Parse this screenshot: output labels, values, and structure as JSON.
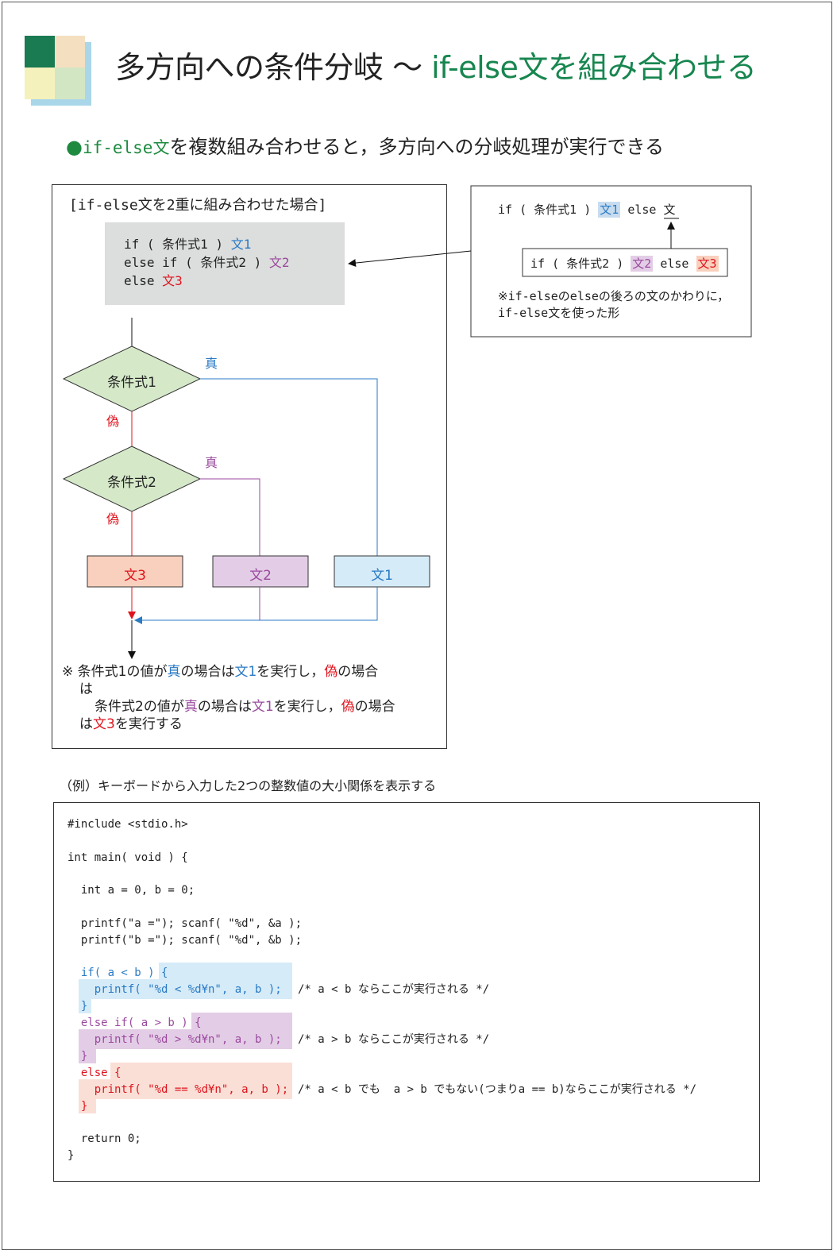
{
  "header": {
    "title_black": "多方向への条件分岐 〜 ",
    "title_green": "if-else文を組み合わせる",
    "subtitle_bullet": "●",
    "subtitle_code": "if-else文",
    "subtitle_rest": "を複数組み合わせると，多方向への分岐処理が実行できる",
    "logo_colors": [
      "#1a7a52",
      "#f4dfc0",
      "#f4f1bd",
      "#d3e6c4",
      "#aad6ea"
    ]
  },
  "left_panel": {
    "title": "[if-else文を2重に組み合わせた場合]",
    "code": {
      "line1_prefix": "if ( 条件式1 ) ",
      "line1_stmt": "文1",
      "line2_prefix": "else if ( 条件式2 ) ",
      "line2_stmt": "文2",
      "line3_prefix": "else ",
      "line3_stmt": "文3"
    },
    "flow": {
      "cond1": "条件式1",
      "cond2": "条件式2",
      "true1": "真",
      "false1": "偽",
      "true2": "真",
      "false2": "偽",
      "box3": "文3",
      "box2": "文2",
      "box1": "文1"
    },
    "note": {
      "l1_a": "※ 条件式1の値が",
      "l1_b": "真",
      "l1_c": "の場合は",
      "l1_d": "文1",
      "l1_e": "を実行し，",
      "l1_f": "偽",
      "l1_g": "の場合",
      "l2": "は",
      "l3_a": "条件式2の値が",
      "l3_b": "真",
      "l3_c": "の場合は",
      "l3_d": "文1",
      "l3_e": "を実行し，",
      "l3_f": "偽",
      "l3_g": "の場合",
      "l4_a": "は",
      "l4_b": "文3",
      "l4_c": "を実行する"
    }
  },
  "right_panel": {
    "outer_prefix": "if ( 条件式1 ) ",
    "outer_stmt1": "文1",
    "outer_mid": " else ",
    "outer_stmt": "文",
    "inner_prefix": "if ( 条件式2 ) ",
    "inner_stmt2": "文2",
    "inner_mid": " else ",
    "inner_stmt3": "文3",
    "note_l1": "※if-elseのelseの後ろの文のかわりに，",
    "note_l2": "if-else文を使った形"
  },
  "example": {
    "title": "（例）キーボードから入力した2つの整数値の大小関係を表示する",
    "lines": {
      "l1": "#include <stdio.h>",
      "l2": "int main( void ) {",
      "l3": "  int a = 0, b = 0;",
      "l4": "  printf(\"a =\"); scanf( \"%d\", &a );",
      "l5": "  printf(\"b =\"); scanf( \"%d\", &b );",
      "l6": "  if( a < b ) {",
      "l7": "    printf( \"%d < %d¥n\", a, b );",
      "l7c": "/* a < b ならここが実行される */",
      "l8": "  }",
      "l9": "  else if( a > b ) {",
      "l10": "    printf( \"%d > %d¥n\", a, b );",
      "l10c": "/* a > b ならここが実行される */",
      "l11": "  }",
      "l12": "  else {",
      "l13": "    printf( \"%d == %d¥n\", a, b );",
      "l13c": "/* a < b でも  a > b でもない(つまりa == b)ならここが実行される */",
      "l14": "  }",
      "l15": "  return 0;",
      "l16": "}"
    }
  },
  "colors": {
    "blue": "#2a7ac4",
    "purple": "#9a4a9e",
    "red": "#e0141e",
    "diamond_fill": "#d5e9c9",
    "box3_fill": "#f9d0bd",
    "box2_fill": "#e3cde6",
    "box1_fill": "#d5ebf8"
  }
}
